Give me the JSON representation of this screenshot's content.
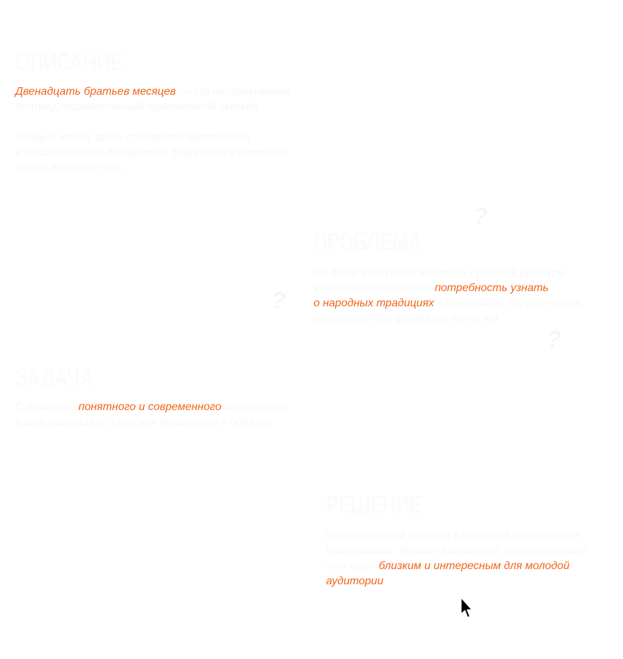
{
  "description": {
    "heading": "ОПИСАНИЕ",
    "p1_highlight": "Двенадцать братьев месяцев",
    "p1_line1_rest": " — это интерактивный",
    "p1_line2": "лонгрид, вдохновлённый одноимённой сказкой",
    "p2_line1": "Каждый месяц здесь становится персонажем",
    "p2_line2": "и рассказывает о праздниках, традициях и приметах",
    "p2_line3": "своего времени года"
  },
  "problem": {
    "heading": "ПРОБЛЕМА",
    "line1": "На фоне растущего интереса к русской культуре",
    "line2_pre": "у молодёжи появилась ",
    "line2_highlight": "потребность узнать",
    "line3_highlight": "о народных традициях",
    "line3_rest": " и праздниках, но доступных",
    "line4": "и современных форматов почти нет"
  },
  "task": {
    "heading": "ЗАДАЧА",
    "line1_pre": "С помощью ",
    "line1_highlight": "понятного и современного",
    "line1_rest": " визуального",
    "line2": "языка рассказать о русских праздниках и обрядах"
  },
  "solution": {
    "heading": "РЕШЕНИЕ",
    "line1": "Интерактивный лонгрид с историей и основными",
    "line2": "праздниками. Формат визуальной новеллы делает",
    "line3_pre": "этот опыт ",
    "line3_highlight": "близким и интересным для молодой",
    "line4_highlight": "аудитории"
  },
  "decor": {
    "q1": "?",
    "q2": "?",
    "q3": "?"
  },
  "colors": {
    "accent": "#f26419",
    "faint_text": "#f7f7f7",
    "background": "#ffffff"
  }
}
